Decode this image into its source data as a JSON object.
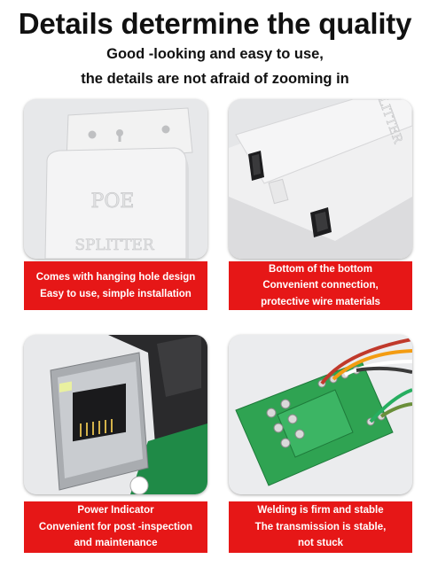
{
  "header": {
    "title": "Details determine the quality",
    "subtitle_line1": "Good -looking and easy to use,",
    "subtitle_line2": "the details are not afraid of zooming in"
  },
  "panels": [
    {
      "image_text": [
        "POE",
        "SPLITTER"
      ],
      "caption_lines": [
        "Comes with hanging hole design",
        "Easy to use, simple installation"
      ]
    },
    {
      "image_text": [
        "LITTER"
      ],
      "caption_lines": [
        "Bottom of the bottom",
        "Convenient connection,",
        "protective wire materials"
      ]
    },
    {
      "caption_lines": [
        "Power Indicator",
        "Convenient for post -inspection",
        "and maintenance"
      ]
    },
    {
      "caption_lines": [
        "Welding is firm and stable",
        "The transmission is stable,",
        "not stuck"
      ]
    }
  ],
  "colors": {
    "caption_bg": "#e61717",
    "caption_text": "#ffffff",
    "card_bg": "#e9eaec"
  }
}
